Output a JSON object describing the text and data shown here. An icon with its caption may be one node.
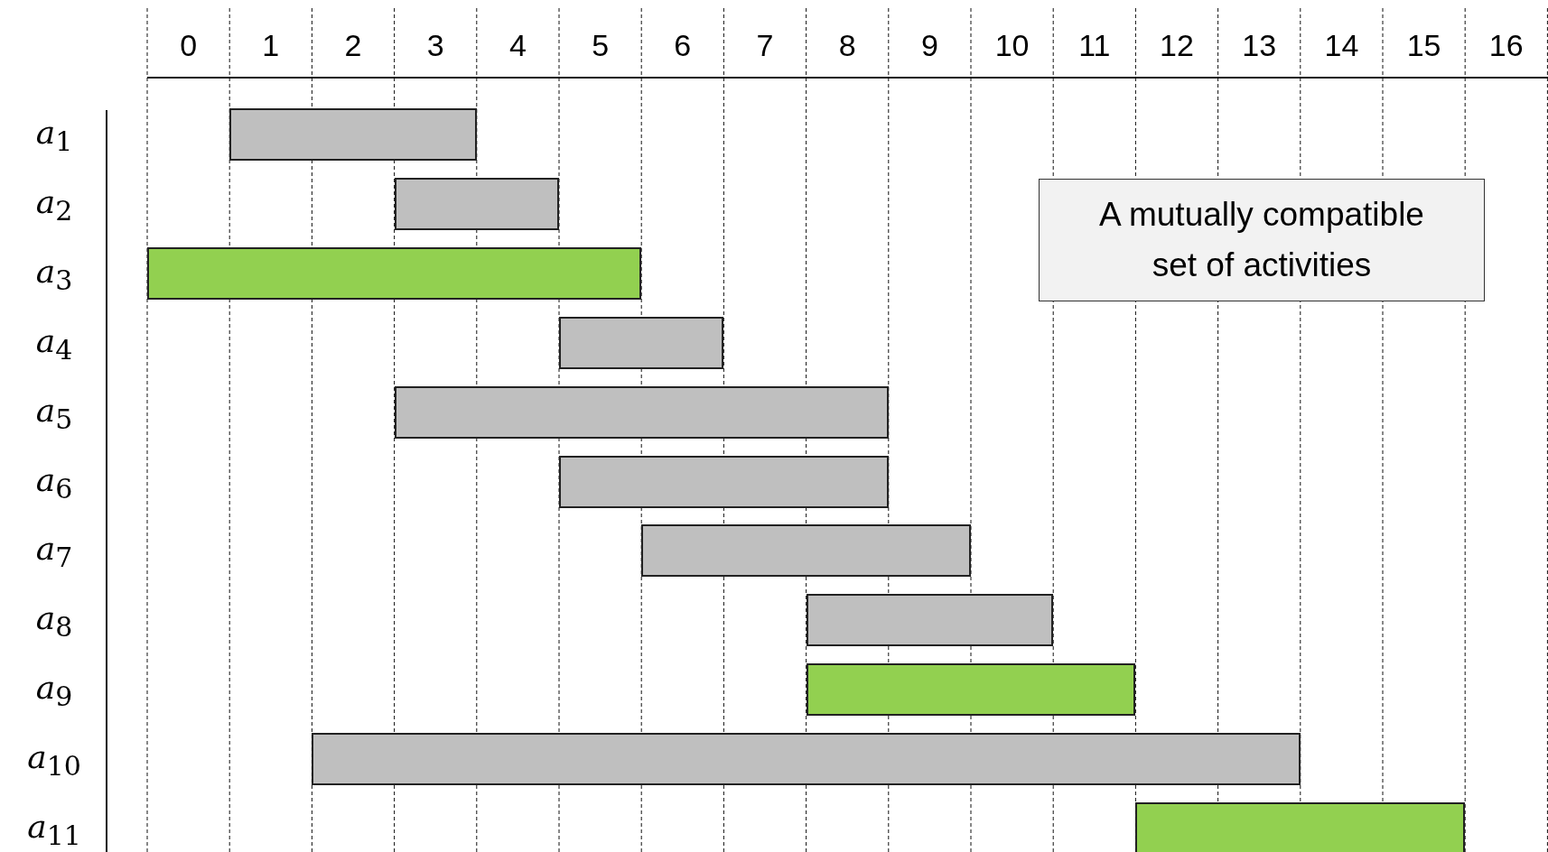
{
  "diagram": {
    "nodes": [
      {
        "text": [],
        "shape": "bar"
      },
      {
        "text": [],
        "shape": "bar"
      },
      {
        "text": [],
        "shape": "bar"
      },
      {
        "text": [],
        "shape": "bar"
      },
      {
        "text": [],
        "shape": "bar"
      },
      {
        "text": [],
        "shape": "bar"
      },
      {
        "text": [],
        "shape": "bar"
      },
      {
        "text": [],
        "shape": "bar"
      },
      {
        "text": [],
        "shape": "bar"
      },
      {
        "text": [],
        "shape": "bar"
      },
      {
        "text": [],
        "shape": "bar"
      },
      {
        "text": [
          "A mutually compatible set of activities"
        ]
      }
    ],
    "labels": [
      "0",
      "1",
      "2",
      "3",
      "4",
      "5",
      "6",
      "7",
      "8",
      "9",
      "10",
      "11",
      "12",
      "13",
      "14",
      "15",
      "16",
      "*a*$_{1}$",
      "*a*$_{2}$",
      "*a*$_{3}$",
      "*a*$_{4}$",
      "*a*$_{5}$",
      "*a*$_{6}$",
      "*a*$_{7}$",
      "*a*$_{8}$",
      "*a*$_{9}$",
      "*a*$_{10}$",
      "*a*$_{11}$"
    ]
  }
}
